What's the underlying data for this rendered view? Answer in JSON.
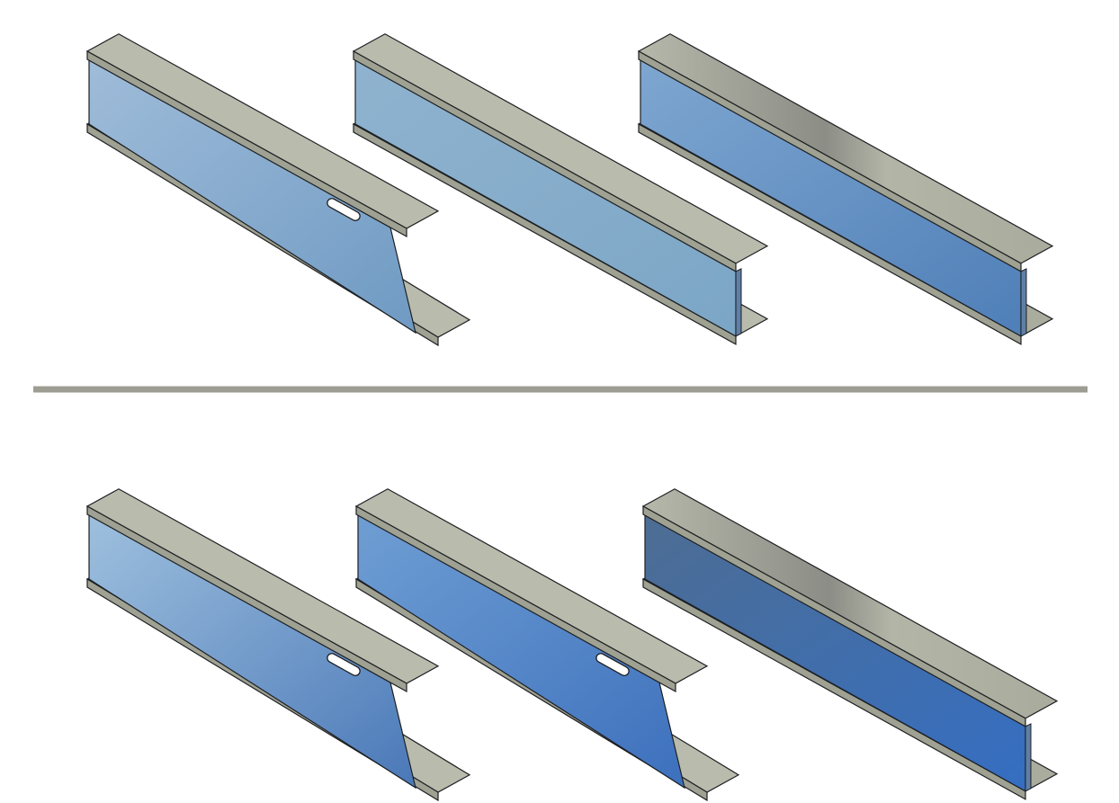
{
  "colors": {
    "background": "#ffffff",
    "divider": "#9d9d93",
    "flange_top": "#b9bbad",
    "flange_edge": "#6e705f",
    "flange_under": "#9fa192",
    "outline": "#1d1f22",
    "slot": "#ffffff"
  },
  "rows": [
    {
      "name": "top-row",
      "beams": [
        {
          "name": "beam-tapered-slotted",
          "tapered": true,
          "slot": true,
          "web_light": "#9fbcd9",
          "web_dark": "#6f9ac3",
          "flange_highlight": false
        },
        {
          "name": "beam-straight",
          "tapered": false,
          "slot": false,
          "web_light": "#8fb3cf",
          "web_dark": "#7ca6c6",
          "flange_highlight": false
        },
        {
          "name": "beam-straight-glossy",
          "tapered": false,
          "slot": false,
          "web_light": "#7ea6d0",
          "web_dark": "#4f7fb8",
          "flange_highlight": true
        }
      ]
    },
    {
      "name": "bottom-row",
      "beams": [
        {
          "name": "beam-tapered-slotted",
          "tapered": true,
          "slot": true,
          "web_light": "#9ec0de",
          "web_dark": "#4a78b8",
          "flange_highlight": false
        },
        {
          "name": "beam-tapered-slotted-blue",
          "tapered": true,
          "slot": true,
          "web_light": "#6f9ed3",
          "web_dark": "#3d70bd",
          "flange_highlight": false
        },
        {
          "name": "beam-straight-dark-glossy",
          "tapered": false,
          "slot": false,
          "web_light": "#4d6d93",
          "web_dark": "#356ec2",
          "flange_highlight": true
        }
      ]
    }
  ]
}
